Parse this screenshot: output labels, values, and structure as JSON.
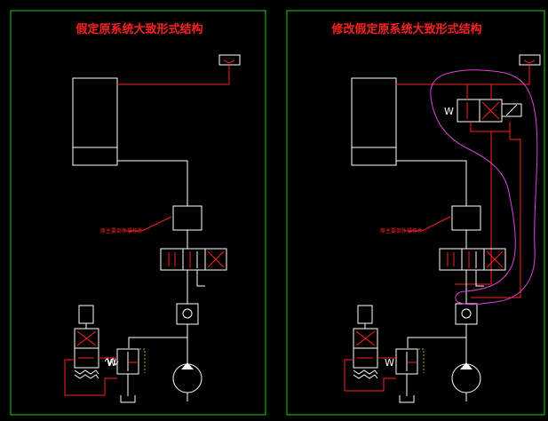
{
  "panels": {
    "left": {
      "title": "假定原系统大致形式结构",
      "note": "原主要部件操作件"
    },
    "right": {
      "title": "修改假定原系统大致形式结构",
      "note": "原主要部件操作件"
    }
  },
  "colors": {
    "background": "#000000",
    "frame": "#22cc22",
    "line": "#ffffff",
    "highlight": "#ff2020",
    "annotation": "#dd44dd",
    "dashed": "#c8a000"
  },
  "icons": [
    "cylinder-icon",
    "valve-icon",
    "pump-icon",
    "check-valve-icon",
    "relief-valve-icon",
    "tank-icon",
    "spring-icon"
  ]
}
